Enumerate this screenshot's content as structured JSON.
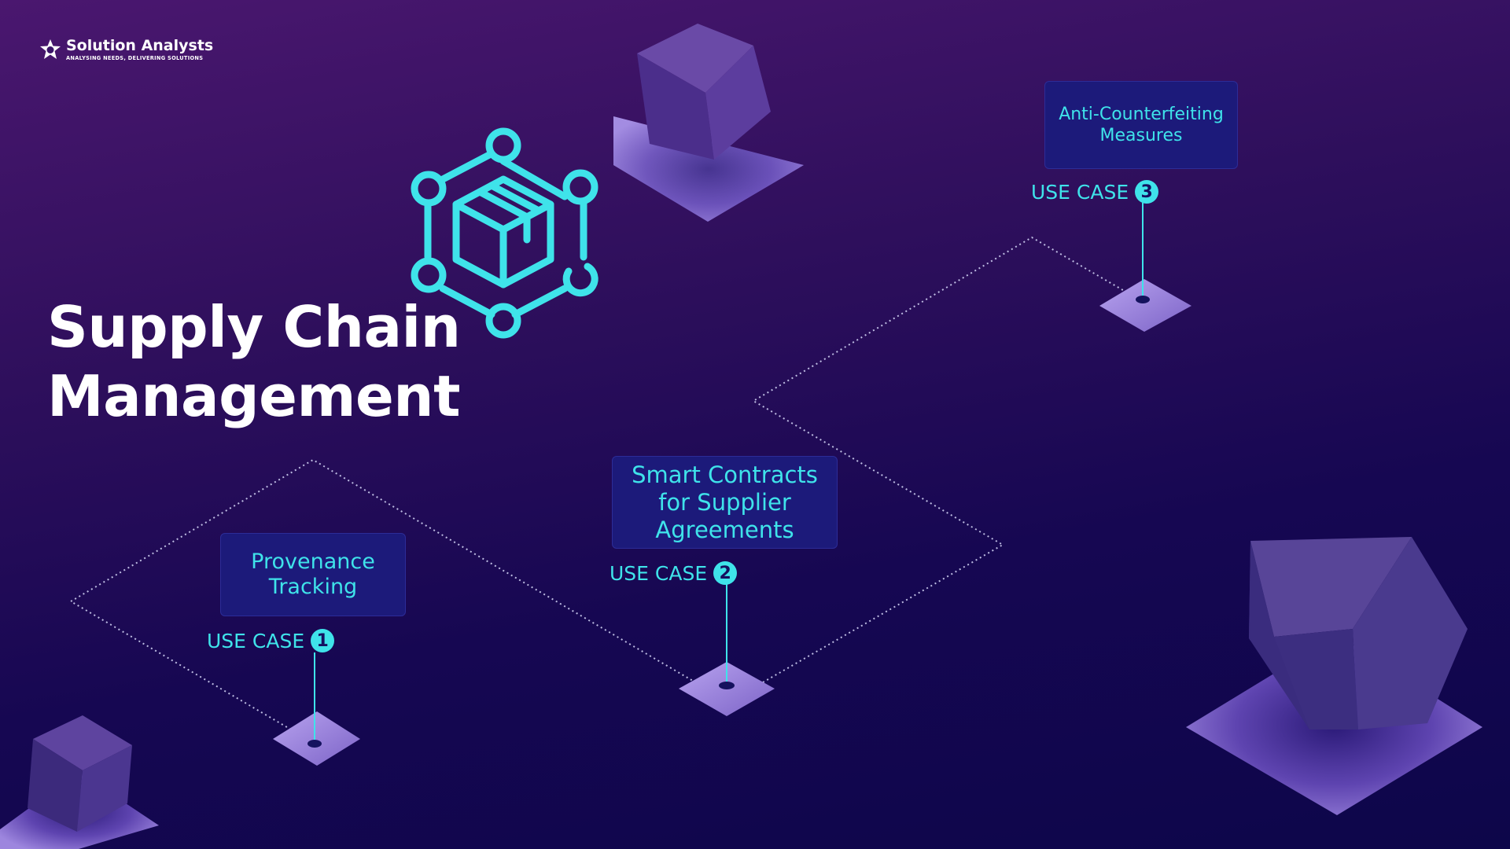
{
  "brand": {
    "name": "Solution Analysts",
    "tagline": "ANALYSING NEEDS, DELIVERING SOLUTIONS"
  },
  "title": {
    "line1": "Supply Chain",
    "line2": "Management"
  },
  "use_cases": [
    {
      "label": "USE CASE",
      "number": "1",
      "title_lines": [
        "Provenance",
        "Tracking"
      ]
    },
    {
      "label": "USE CASE",
      "number": "2",
      "title_lines": [
        "Smart Contracts",
        "for Supplier",
        "Agreements"
      ]
    },
    {
      "label": "USE CASE",
      "number": "3",
      "title_lines": [
        "Anti-Counterfeiting",
        "Measures"
      ]
    }
  ],
  "colors": {
    "accent": "#3fe3ea",
    "box_fill": "#1c1a7a",
    "background_top": "#4a176f",
    "background_bottom": "#0d064a"
  },
  "icons": {
    "logo": "star-logo-icon",
    "hero": "supply-chain-package-network-icon"
  }
}
